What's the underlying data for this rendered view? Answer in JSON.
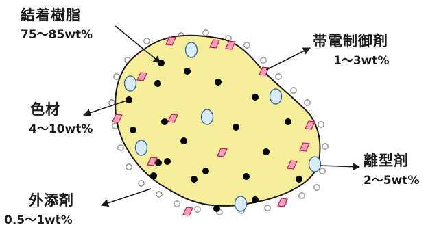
{
  "labels": {
    "binder": {
      "name": "結着樹脂",
      "percent": "75～85wt%"
    },
    "charge_control": {
      "name": "帯電制御剤",
      "percent": "1～3wt%"
    },
    "colorant": {
      "name": "色材",
      "percent": "4～10wt%"
    },
    "release_agent": {
      "name": "離型剤",
      "percent": "2～5wt%"
    },
    "external_additive": {
      "name": "外添剤",
      "percent": "0.5～1wt%"
    }
  },
  "colors": {
    "particle_fill": "#f7ee9c",
    "particle_outline": "#1a1a1a",
    "colorant_dot": "#000000",
    "charge_control_diamond_fill": "#f2a2b8",
    "charge_control_diamond_stroke": "#c2185b",
    "release_agent_fill": "#d9ecf7",
    "release_agent_stroke": "#3a6f9c",
    "additive_fill": "#ffffff",
    "additive_stroke": "#8a8a8a",
    "arrow": "#1a1a1a"
  }
}
